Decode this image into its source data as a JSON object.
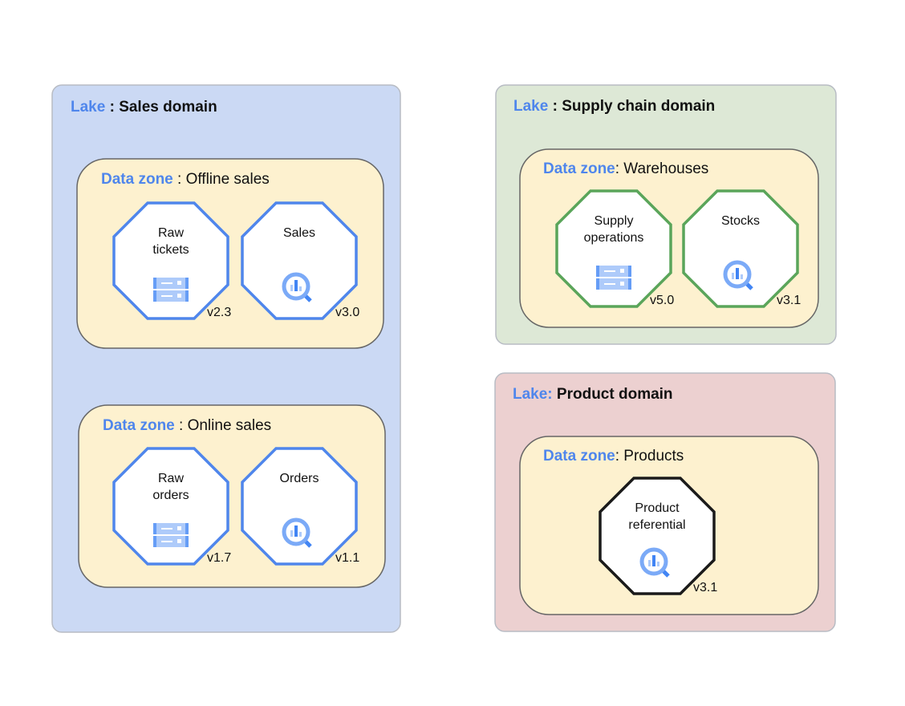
{
  "colors": {
    "accent": "#4f86ec",
    "sales_lake": "#cbd9f4",
    "supply_lake": "#dde8d6",
    "product_lake": "#ecd0d0",
    "zone": "#fdf1cf",
    "blue_node": "#4f86ec",
    "green_node": "#5aa55a",
    "black_node": "#1a1a1a"
  },
  "lakes": [
    {
      "prefix": "Lake",
      "title": " : Sales domain",
      "zones": [
        {
          "prefix": "Data zone",
          "title": " : Offline sales",
          "assets": [
            {
              "name": [
                "Raw",
                "tickets"
              ],
              "icon": "storage-icon",
              "version": "v2.3"
            },
            {
              "name": [
                "Sales"
              ],
              "icon": "bigquery-icon",
              "version": "v3.0"
            }
          ]
        },
        {
          "prefix": "Data zone",
          "title": " : Online sales",
          "assets": [
            {
              "name": [
                "Raw",
                "orders"
              ],
              "icon": "storage-icon",
              "version": "v1.7"
            },
            {
              "name": [
                "Orders"
              ],
              "icon": "bigquery-icon",
              "version": "v1.1"
            }
          ]
        }
      ]
    },
    {
      "prefix": "Lake",
      "title": " : Supply chain domain",
      "zones": [
        {
          "prefix": "Data zone",
          "title": ": Warehouses",
          "assets": [
            {
              "name": [
                "Supply",
                "operations"
              ],
              "icon": "storage-icon",
              "version": "v5.0"
            },
            {
              "name": [
                "Stocks"
              ],
              "icon": "bigquery-icon",
              "version": "v3.1"
            }
          ]
        }
      ]
    },
    {
      "prefix": "Lake:",
      "title": " Product domain",
      "zones": [
        {
          "prefix": "Data zone",
          "title": ": Products",
          "assets": [
            {
              "name": [
                "Product",
                "referential"
              ],
              "icon": "bigquery-icon",
              "version": "v3.1"
            }
          ]
        }
      ]
    }
  ]
}
